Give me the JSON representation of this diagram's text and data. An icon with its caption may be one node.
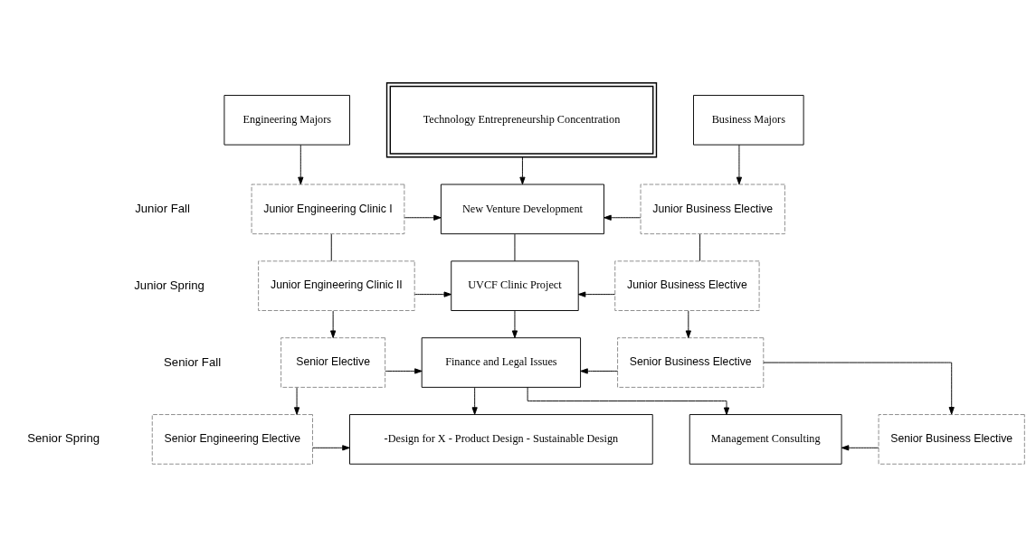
{
  "diagram": {
    "nodes": [
      {
        "text": [
          "Engineering Majors"
        ]
      },
      {
        "text": [
          "Technology Entrepreneurship Concentration"
        ]
      },
      {
        "text": [
          "Business Majors"
        ]
      },
      {
        "text": [
          "Junior Engineering Clinic I"
        ]
      },
      {
        "text": [
          "New Venture Development"
        ]
      },
      {
        "text": [
          "Junior Business Elective"
        ]
      },
      {
        "text": [
          "Junior Engineering Clinic II"
        ]
      },
      {
        "text": [
          "UVCF Clinic Project"
        ]
      },
      {
        "text": [
          "Junior Business Elective"
        ]
      },
      {
        "text": [
          "Senior Elective"
        ]
      },
      {
        "text": [
          "Finance and Legal Issues"
        ]
      },
      {
        "text": [
          "Senior Business Elective"
        ]
      },
      {
        "text": [
          "Senior Engineering Elective"
        ]
      },
      {
        "text": [
          "-Design for X - Product Design - Sustainable Design"
        ]
      },
      {
        "text": [
          "Management Consulting"
        ]
      },
      {
        "text": [
          "Senior Business Elective"
        ]
      }
    ],
    "edges": [
      {
        "from": 0,
        "to": 3,
        "arrow": "to"
      },
      {
        "from": 1,
        "to": 4,
        "arrow": "to"
      },
      {
        "from": 2,
        "to": 5,
        "arrow": "to"
      },
      {
        "from": 3,
        "to": 4,
        "arrow": "to"
      },
      {
        "from": 5,
        "to": 4,
        "arrow": "to"
      },
      {
        "from": 3,
        "to": 6,
        "arrow": "none"
      },
      {
        "from": 4,
        "to": 7,
        "arrow": "none"
      },
      {
        "from": 5,
        "to": 8,
        "arrow": "none"
      },
      {
        "from": 6,
        "to": 7,
        "arrow": "to"
      },
      {
        "from": 8,
        "to": 7,
        "arrow": "to"
      },
      {
        "from": 6,
        "to": 9,
        "arrow": "to"
      },
      {
        "from": 7,
        "to": 10,
        "arrow": "to"
      },
      {
        "from": 8,
        "to": 11,
        "arrow": "to"
      },
      {
        "from": 9,
        "to": 10,
        "arrow": "to"
      },
      {
        "from": 11,
        "to": 10,
        "arrow": "to"
      },
      {
        "from": 9,
        "to": 12,
        "arrow": "to"
      },
      {
        "from": 10,
        "to": 13,
        "arrow": "to"
      },
      {
        "from": 10,
        "to": 14,
        "arrow": "to"
      },
      {
        "from": 11,
        "to": 15,
        "arrow": "to"
      },
      {
        "from": 12,
        "to": 13,
        "arrow": "to"
      },
      {
        "from": 15,
        "to": 14,
        "arrow": "to"
      }
    ],
    "labels": [
      "Junior Fall",
      "Junior Spring",
      "Senior Fall",
      "Senior Spring"
    ]
  }
}
